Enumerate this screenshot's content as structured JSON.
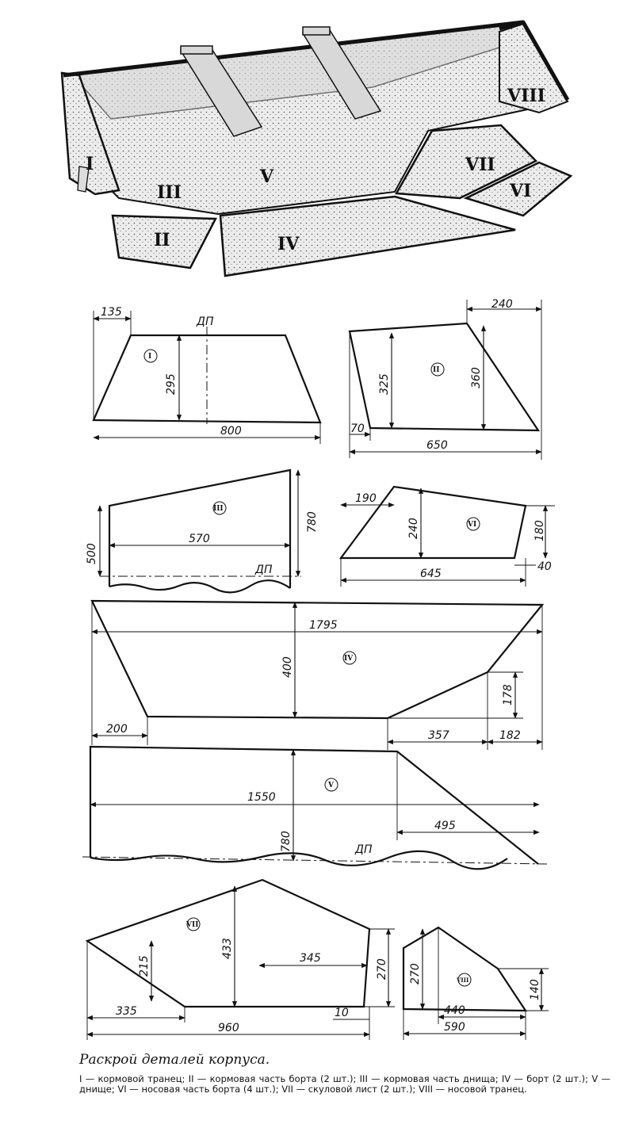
{
  "illustration": {
    "labels": [
      "I",
      "II",
      "III",
      "IV",
      "V",
      "VI",
      "VII",
      "VIII"
    ]
  },
  "parts": {
    "p1": {
      "numeral": "I",
      "dims": {
        "top_offset": "135",
        "height": "295",
        "width": "800"
      },
      "axis_label": "ДП"
    },
    "p2": {
      "numeral": "II",
      "dims": {
        "top_right": "240",
        "left_height": "325",
        "right_height": "360",
        "bottom_offset": "70",
        "width": "650"
      }
    },
    "p3": {
      "numeral": "III",
      "dims": {
        "inner": "570",
        "left_height": "500",
        "right_height": "780"
      },
      "axis_label": "ДП"
    },
    "p6": {
      "numeral": "VI",
      "dims": {
        "peak_offset": "190",
        "height": "240",
        "right_height": "180",
        "bottom_offset": "40",
        "width": "645"
      }
    },
    "p4": {
      "numeral": "IV",
      "dims": {
        "length": "1795",
        "height": "400",
        "left_offset": "200",
        "mid": "357",
        "right": "182",
        "rise": "178"
      }
    },
    "p5": {
      "numeral": "V",
      "dims": {
        "length": "1550",
        "height": "780",
        "taper": "495"
      },
      "axis_label": "ДП"
    },
    "p7": {
      "numeral": "VII",
      "dims": {
        "left_height": "215",
        "peak_height": "433",
        "inner": "345",
        "right_height": "270",
        "bottom_left": "335",
        "width": "960",
        "bottom_right": "10"
      }
    },
    "p8": {
      "numeral": "VIII",
      "dims": {
        "height": "270",
        "inner": "440",
        "right_height": "140",
        "width": "590"
      }
    }
  },
  "caption": {
    "title": "Раскрой деталей корпуса.",
    "text": "I — кормовой транец; II — кормовая часть борта (2 шт.); III — кормовая часть днища; IV — борт (2 шт.); V — днище; VI — носовая часть борта (4 шт.); VII — скуловой лист (2 шт.); VIII — носовой транец."
  }
}
